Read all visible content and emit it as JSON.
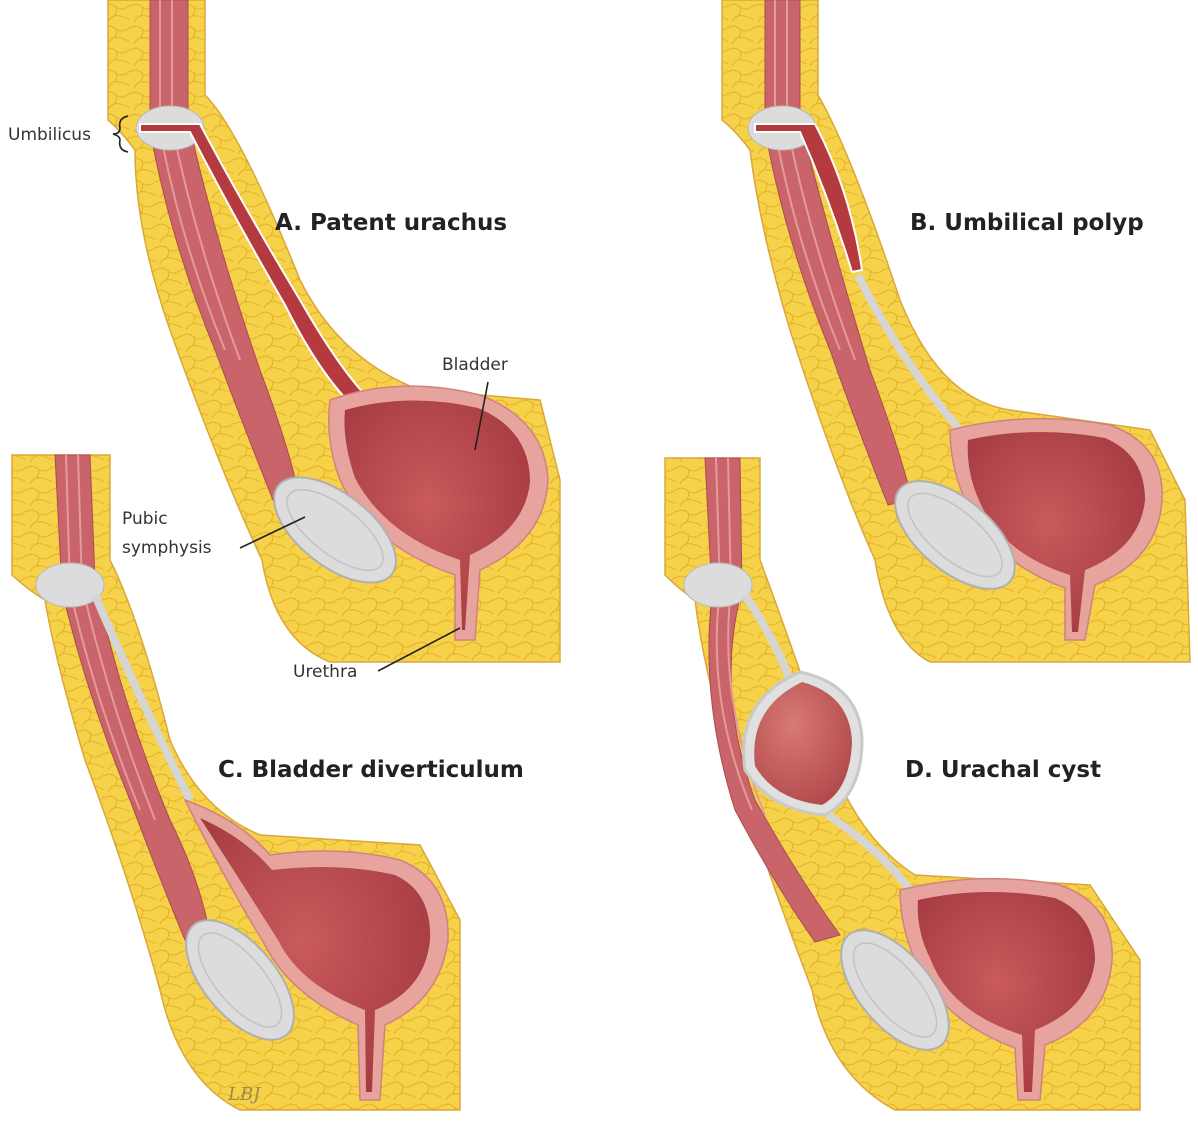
{
  "panels": {
    "a": {
      "title": "A. Patent urachus"
    },
    "b": {
      "title": "B. Umbilical polyp"
    },
    "c": {
      "title": "C. Bladder diverticulum"
    },
    "d": {
      "title": "D. Urachal cyst"
    }
  },
  "labels": {
    "umbilicus": "Umbilicus",
    "bladder": "Bladder",
    "pubic_1": "Pubic",
    "pubic_2": "symphysis",
    "urethra": "Urethra"
  },
  "signature": "LBJ",
  "colors": {
    "fat": "#f6d24a",
    "fat_dots": "#e8b92e",
    "muscle": "#c9646a",
    "muscle_light": "#dd8f8f",
    "bladder_wall": "#e7a39d",
    "bladder_lumen": "#b8494f",
    "bone": "#dcdcdc",
    "bone_inner": "#c7c7c7",
    "urachus_open": "#b53a3f"
  }
}
